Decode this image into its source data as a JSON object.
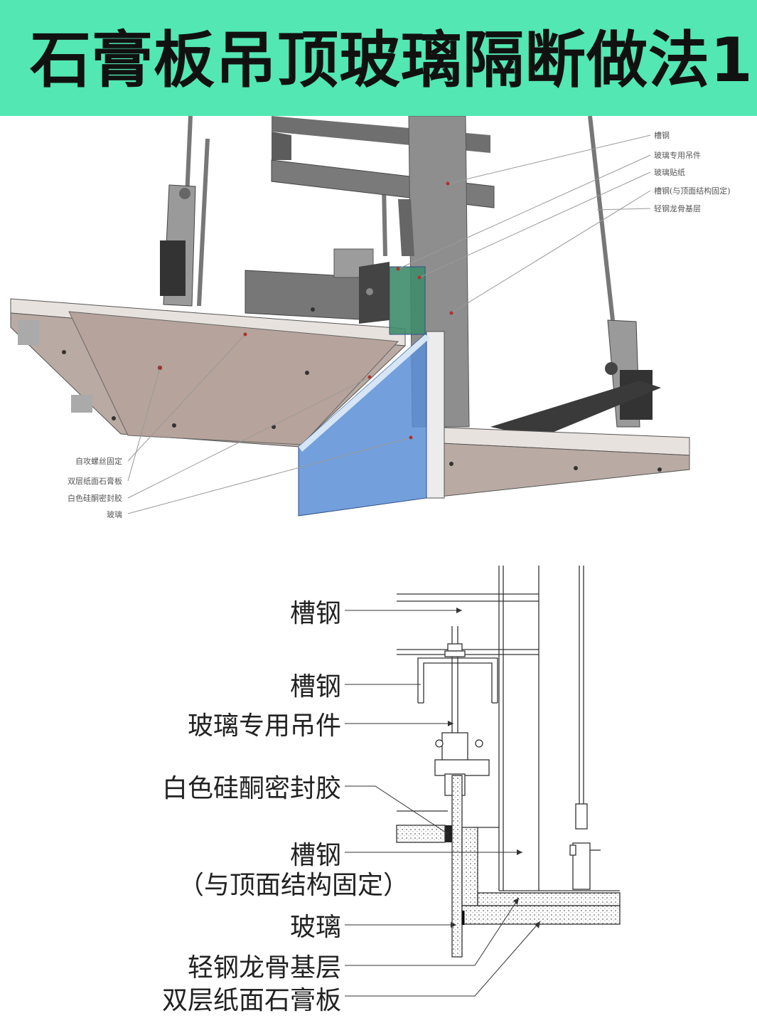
{
  "title": "石膏板吊顶玻璃隔断做法1",
  "colors": {
    "banner": "#52e7b3",
    "glass": "#5a8fd6",
    "steel": "#8a8a8a",
    "board": "#b9aaa3",
    "leader": "#b03030"
  },
  "iso_labels_right": [
    "槽钢",
    "玻璃专用吊件",
    "玻璃贴纸",
    "槽钢(与顶面结构固定)",
    "轻钢龙骨基层"
  ],
  "iso_labels_left": [
    "自攻螺丝固定",
    "双层纸面石膏板",
    "白色硅酮密封胶",
    "玻璃"
  ],
  "section_labels": {
    "channel_top": "槽钢",
    "channel_mid": "槽钢",
    "glass_hanger": "玻璃专用吊件",
    "sealant": "白色硅酮密封胶",
    "channel_fixed": "槽钢",
    "channel_fixed_note": "（与顶面结构固定）",
    "glass": "玻璃",
    "light_steel": "轻钢龙骨基层",
    "gypsum": "双层纸面石膏板"
  }
}
